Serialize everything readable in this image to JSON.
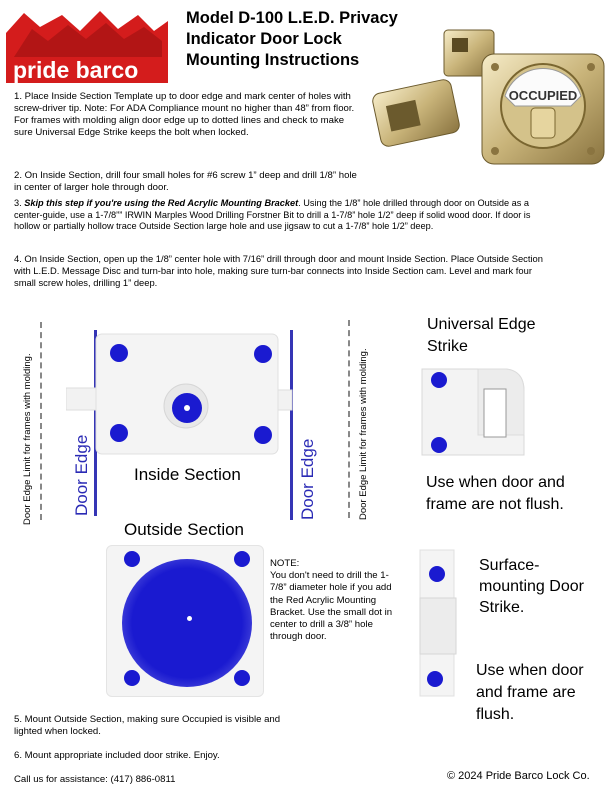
{
  "logo": {
    "text": "pride barco"
  },
  "title": {
    "line1": "Model D-100 L.E.D. Privacy",
    "line2": "Indicator Door Lock",
    "line3": "Mounting Instructions"
  },
  "product_photo": {
    "sign": "OCCUPIED"
  },
  "steps": {
    "s1": "1. Place Inside Section Template up to door edge and mark center of holes with screw-driver tip.  Note: For ADA Compliance mount no higher than 48” from floor.  For frames with molding align door edge up to dotted lines and check to make sure Universal Edge Strike keeps the bolt when locked.",
    "s2": "2. On Inside Section, drill four small holes for #6 screw 1” deep and drill 1/8” hole in center of larger hole through door.",
    "s3_prefix": "3. ",
    "s3_emph": "Skip this step if you're using the Red Acrylic Mounting Bracket",
    "s3_rest": ". Using the 1/8” hole drilled through door on Outside as a center-guide, use a 1-7/8”” IRWIN Marples Wood Drilling Forstner Bit to drill a 1-7/8” hole 1/2” deep if solid wood door. If door is hollow or partially hollow trace Outside Section large hole and use jigsaw to cut a 1-7/8” hole 1/2” deep.",
    "s4": "4. On Inside Section, open up the 1/8” center hole with 7/16” drill through door and mount Inside Section.  Place Outside Section with L.E.D. Message Disc and turn-bar into hole, making sure turn-bar connects into Inside Section cam. Level and mark four small screw holes, drilling 1” deep.",
    "s5": "5. Mount Outside Section, making sure Occupied is visible and lighted when locked.",
    "s6": "6. Mount appropriate included door strike.  Enjoy."
  },
  "labels": {
    "edge_limit": "Door Edge Limit for frames with molding.",
    "door_edge": "Door Edge",
    "inside_section": "Inside Section",
    "outside_section": "Outside Section",
    "universal_strike": "Universal Edge Strike",
    "universal_use": "Use when door and frame are not flush.",
    "surface_strike": "Surface-mounting Door Strike.",
    "surface_use": "Use when door and frame are flush."
  },
  "note": {
    "heading": "NOTE:",
    "body": "You don't need to drill the 1-7/8” diameter hole if you add the Red Acrylic Mounting Bracket.  Use the small dot in center to drill a 3/8” hole through door."
  },
  "footer": {
    "assist": "Call us for assistance: (417) 886-0811",
    "copyright": "© 2024 Pride Barco Lock Co."
  },
  "colors": {
    "hole_blue": "#1a1ad0",
    "edge_line": "#3535b5",
    "logo_red": "#d41c1c"
  }
}
